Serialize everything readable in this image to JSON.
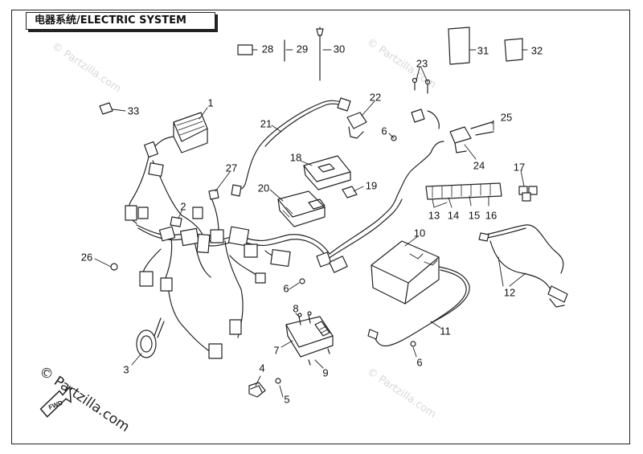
{
  "title": "电器系统/ELECTRIC SYSTEM",
  "watermark": "© Partzilla.com",
  "fwd_label": "FWD",
  "callouts": [
    "1",
    "2",
    "3",
    "4",
    "5",
    "6",
    "6",
    "6",
    "6",
    "7",
    "8",
    "9",
    "10",
    "11",
    "12",
    "12",
    "13",
    "14",
    "15",
    "16",
    "17",
    "18",
    "19",
    "20",
    "21",
    "22",
    "23",
    "24",
    "25",
    "26",
    "27",
    "28",
    "29",
    "30",
    "31",
    "32",
    "33"
  ],
  "colors": {
    "line": "#222222",
    "watermark": "#d8d8d8",
    "background": "#ffffff"
  }
}
